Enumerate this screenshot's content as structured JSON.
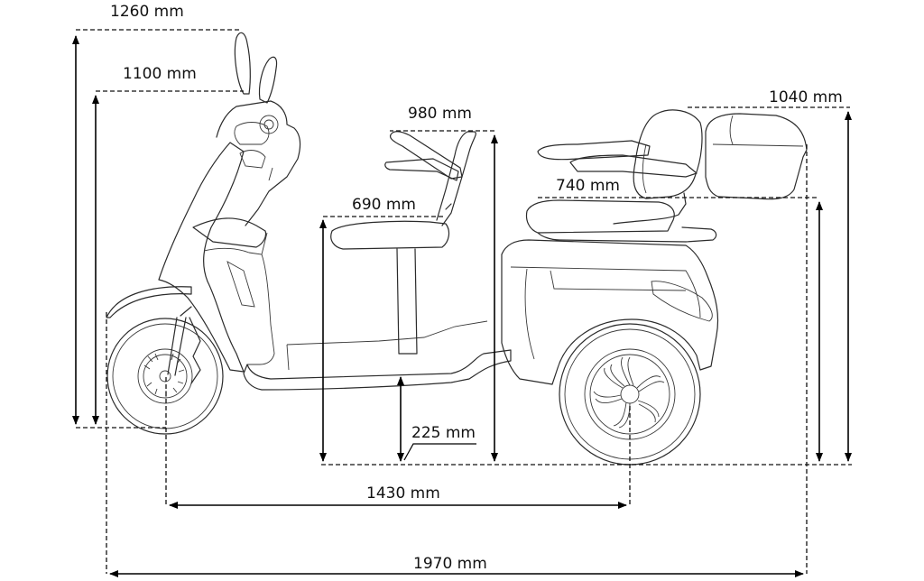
{
  "dimensions": {
    "overall_height": "1260 mm",
    "handlebar_height": "1100 mm",
    "backrest_height_front": "980 mm",
    "seat_height_front": "690 mm",
    "ground_clearance": "225 mm",
    "wheelbase": "1430 mm",
    "rear_seat_height": "740 mm",
    "rear_top_height": "1040 mm",
    "overall_length": "1970 mm"
  }
}
